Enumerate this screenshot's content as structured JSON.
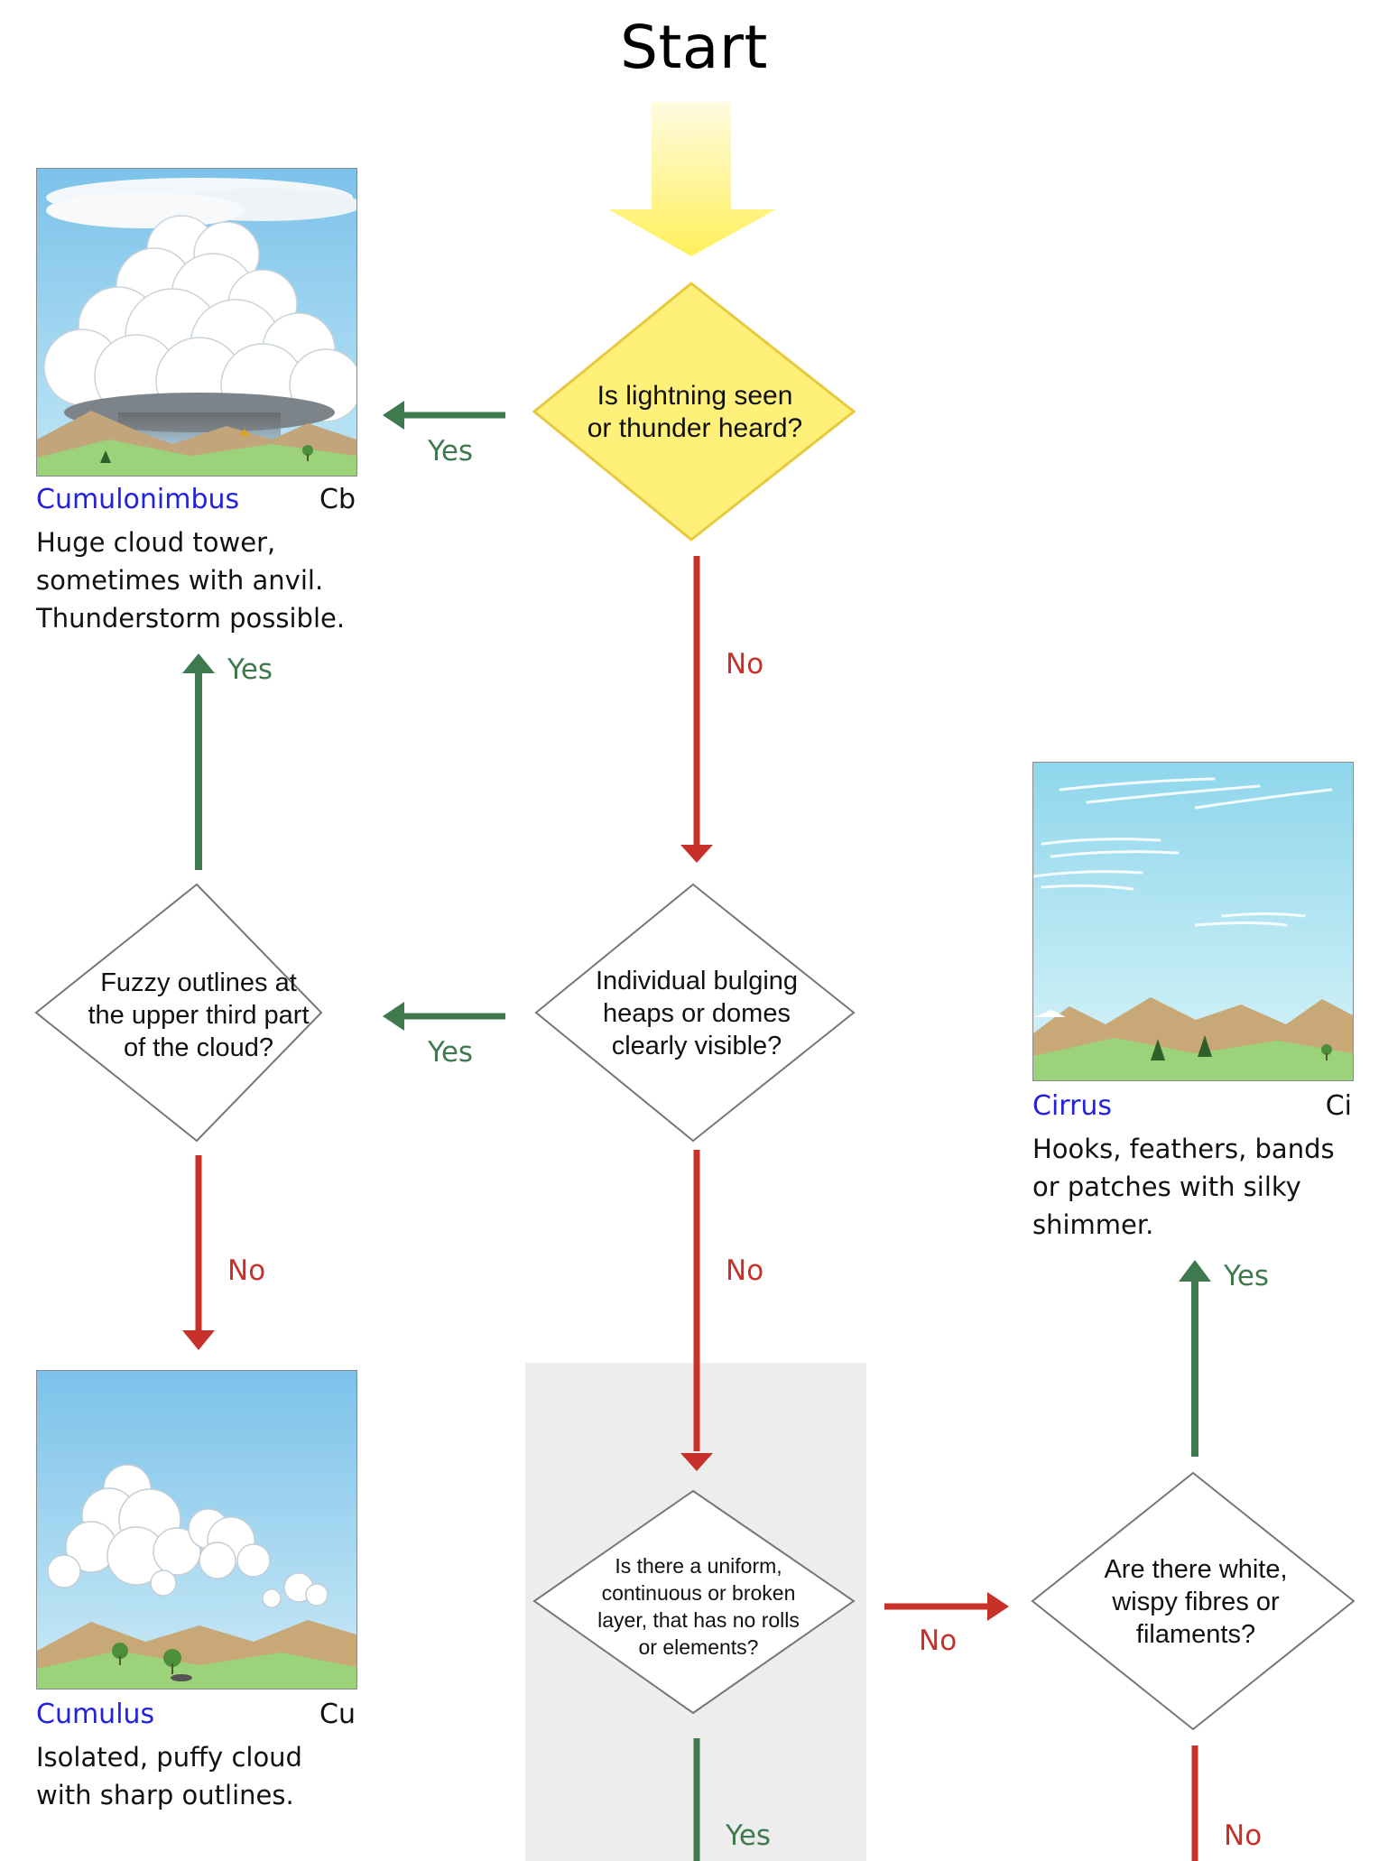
{
  "title": "Start",
  "colors": {
    "yes": "#3f7a4f",
    "no": "#c8312a",
    "start_arrow": "#fff27a",
    "highlight_diamond_fill": "#fff07a",
    "highlight_diamond_stroke": "#e8c93c",
    "cloud_name": "#2222dd",
    "shaded_region": "#ededed"
  },
  "questions": {
    "lightning": [
      "Is lightning seen",
      "or thunder heard?"
    ],
    "bulging": [
      "Individual bulging",
      "heaps or domes",
      "clearly visible?"
    ],
    "fuzzy": [
      "Fuzzy outlines at",
      "the upper third part",
      "of the cloud?"
    ],
    "uniform": [
      "Is there a uniform,",
      "continuous or broken",
      "layer, that has no rolls",
      "or elements?"
    ],
    "wispy": [
      "Are there white,",
      "wispy fibres or",
      "filaments?"
    ]
  },
  "labels": {
    "yes": "Yes",
    "no": "No"
  },
  "clouds": {
    "cumulonimbus": {
      "name": "Cumulonimbus",
      "abbr": "Cb",
      "desc": [
        "Huge cloud tower,",
        "sometimes with anvil.",
        "Thunderstorm possible."
      ]
    },
    "cirrus": {
      "name": "Cirrus",
      "abbr": "Ci",
      "desc": [
        "Hooks, feathers, bands",
        "or patches with silky",
        "shimmer."
      ]
    },
    "cumulus": {
      "name": "Cumulus",
      "abbr": "Cu",
      "desc": [
        "Isolated, puffy cloud",
        "with sharp outlines."
      ]
    }
  }
}
